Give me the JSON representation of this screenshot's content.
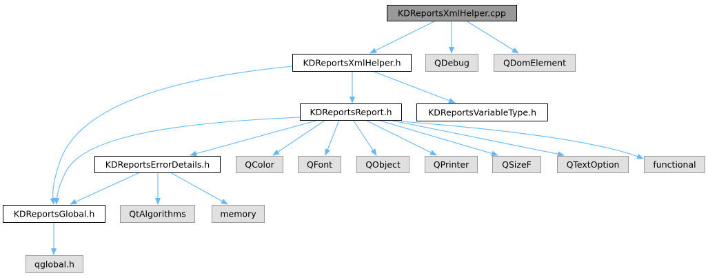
{
  "graph": {
    "nodes": [
      {
        "id": "kdreportsxmlhelper_cpp",
        "label": "KDReportsXmlHelper.cpp",
        "style": "root"
      },
      {
        "id": "kdreportsxmlhelper_h",
        "label": "KDReportsXmlHelper.h",
        "style": "local"
      },
      {
        "id": "qdebug",
        "label": "QDebug",
        "style": "external"
      },
      {
        "id": "qdomelement",
        "label": "QDomElement",
        "style": "external"
      },
      {
        "id": "kdreportsreport_h",
        "label": "KDReportsReport.h",
        "style": "local"
      },
      {
        "id": "kdreportsvariabletype_h",
        "label": "KDReportsVariableType.h",
        "style": "local"
      },
      {
        "id": "kdreportserrordetails_h",
        "label": "KDReportsErrorDetails.h",
        "style": "local"
      },
      {
        "id": "qcolor",
        "label": "QColor",
        "style": "external"
      },
      {
        "id": "qfont",
        "label": "QFont",
        "style": "external"
      },
      {
        "id": "qobject",
        "label": "QObject",
        "style": "external"
      },
      {
        "id": "qprinter",
        "label": "QPrinter",
        "style": "external"
      },
      {
        "id": "qsizef",
        "label": "QSizeF",
        "style": "external"
      },
      {
        "id": "qtextoption",
        "label": "QTextOption",
        "style": "external"
      },
      {
        "id": "functional",
        "label": "functional",
        "style": "external"
      },
      {
        "id": "kdreportsglobal_h",
        "label": "KDReportsGlobal.h",
        "style": "local"
      },
      {
        "id": "qtalgorithms",
        "label": "QtAlgorithms",
        "style": "external"
      },
      {
        "id": "memory",
        "label": "memory",
        "style": "external"
      },
      {
        "id": "qglobal_h",
        "label": "qglobal.h",
        "style": "external"
      }
    ],
    "edges": [
      {
        "from": "kdreportsxmlhelper_cpp",
        "to": "kdreportsxmlhelper_h"
      },
      {
        "from": "kdreportsxmlhelper_cpp",
        "to": "qdebug"
      },
      {
        "from": "kdreportsxmlhelper_cpp",
        "to": "qdomelement"
      },
      {
        "from": "kdreportsxmlhelper_h",
        "to": "kdreportsglobal_h"
      },
      {
        "from": "kdreportsxmlhelper_h",
        "to": "kdreportsreport_h"
      },
      {
        "from": "kdreportsxmlhelper_h",
        "to": "kdreportsvariabletype_h"
      },
      {
        "from": "kdreportsreport_h",
        "to": "kdreportsglobal_h"
      },
      {
        "from": "kdreportsreport_h",
        "to": "kdreportserrordetails_h"
      },
      {
        "from": "kdreportsreport_h",
        "to": "qcolor"
      },
      {
        "from": "kdreportsreport_h",
        "to": "qfont"
      },
      {
        "from": "kdreportsreport_h",
        "to": "qobject"
      },
      {
        "from": "kdreportsreport_h",
        "to": "qprinter"
      },
      {
        "from": "kdreportsreport_h",
        "to": "qsizef"
      },
      {
        "from": "kdreportsreport_h",
        "to": "qtextoption"
      },
      {
        "from": "kdreportsreport_h",
        "to": "functional"
      },
      {
        "from": "kdreportserrordetails_h",
        "to": "kdreportsglobal_h"
      },
      {
        "from": "kdreportserrordetails_h",
        "to": "qtalgorithms"
      },
      {
        "from": "kdreportserrordetails_h",
        "to": "memory"
      },
      {
        "from": "kdreportsglobal_h",
        "to": "qglobal_h"
      }
    ],
    "colors": {
      "root_fill": "#999999",
      "local_fill": "#ffffff",
      "external_fill": "#e0e0e0",
      "local_border": "#000000",
      "external_border": "#999999",
      "edge": "#63b8ff"
    }
  }
}
